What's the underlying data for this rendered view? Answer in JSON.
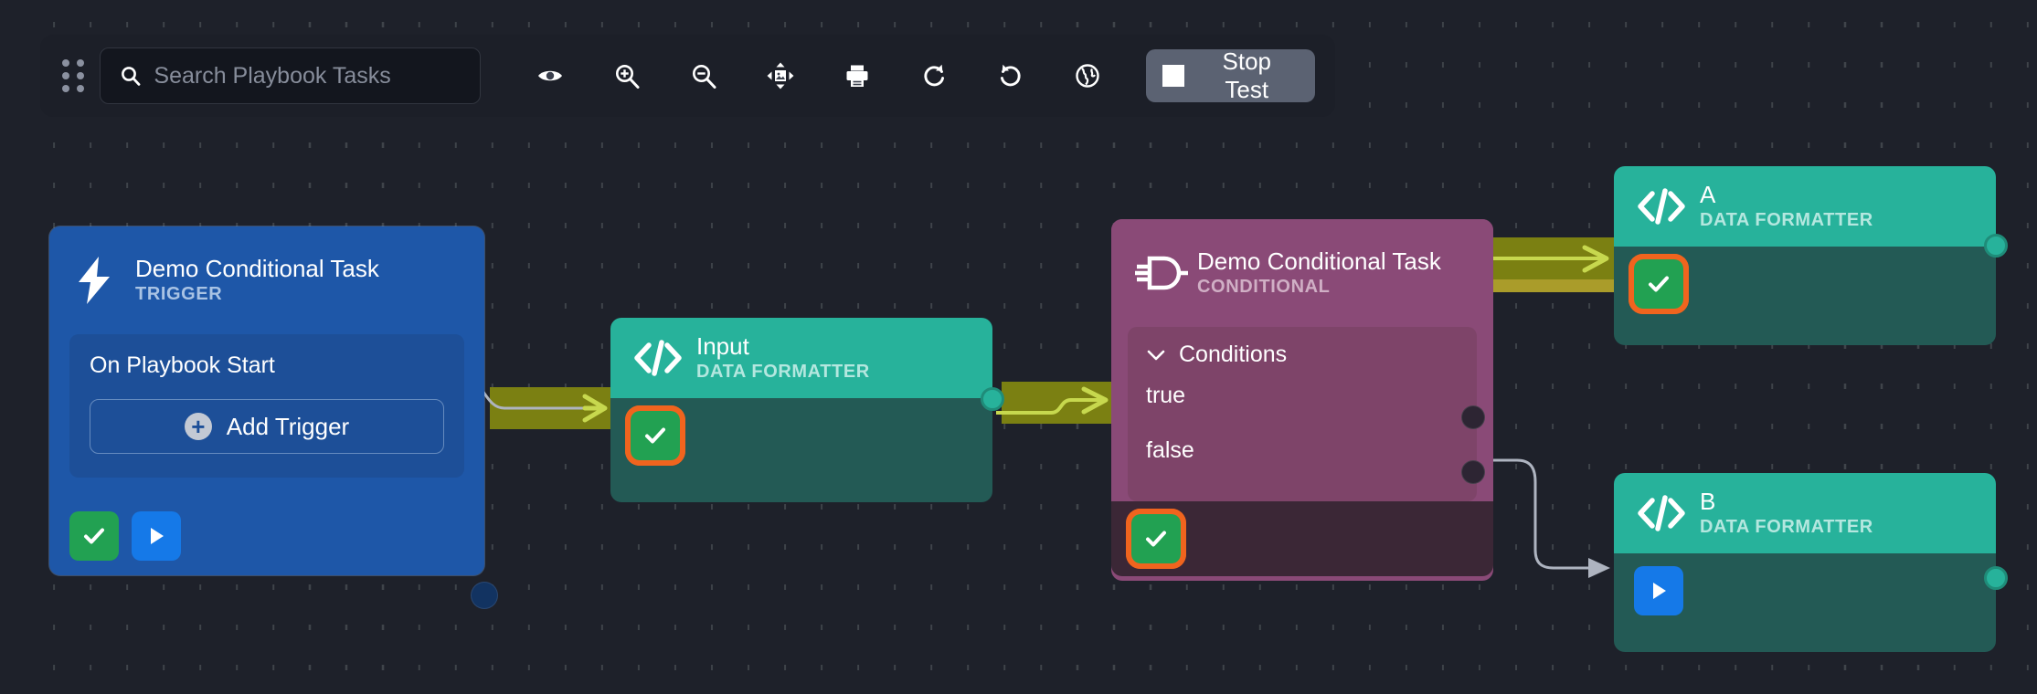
{
  "toolbar": {
    "drag_handle": "drag-handle",
    "search": {
      "placeholder": "Search Playbook Tasks",
      "value": ""
    },
    "buttons": [
      {
        "name": "eye-icon",
        "label": "Toggle Visibility"
      },
      {
        "name": "zoom-in-icon",
        "label": "Zoom In"
      },
      {
        "name": "zoom-out-icon",
        "label": "Zoom Out"
      },
      {
        "name": "fit-to-screen-icon",
        "label": "Fit To Screen"
      },
      {
        "name": "print-icon",
        "label": "Print"
      },
      {
        "name": "redo-icon",
        "label": "Redo"
      },
      {
        "name": "undo-icon",
        "label": "Undo"
      },
      {
        "name": "globe-icon",
        "label": "Globe"
      }
    ],
    "stop": {
      "label": "Stop Test",
      "icon": "stop-square-icon"
    }
  },
  "nodes": {
    "trigger": {
      "title": "Demo Conditional Task",
      "subtitle": "TRIGGER",
      "icon": "lightning-bolt-icon",
      "row_label": "On Playbook Start",
      "add_label": "Add Trigger",
      "status": [
        {
          "name": "status-success",
          "icon": "check-icon",
          "color": "#22a152",
          "highlighted": false
        },
        {
          "name": "run-button",
          "icon": "play-icon",
          "color": "#1579e8",
          "highlighted": false
        }
      ]
    },
    "input": {
      "title": "Input",
      "subtitle": "DATA FORMATTER",
      "icon": "code-brackets-icon",
      "status": [
        {
          "name": "status-success",
          "icon": "check-icon",
          "color": "#22a152",
          "highlighted": true
        }
      ]
    },
    "conditional": {
      "title": "Demo Conditional Task",
      "subtitle": "CONDITIONAL",
      "icon": "logic-gate-icon",
      "section_label": "Conditions",
      "section_chevron": "chevron-down-icon",
      "conditions": [
        {
          "label": "true"
        },
        {
          "label": "false"
        }
      ],
      "status": [
        {
          "name": "status-success",
          "icon": "check-icon",
          "color": "#22a152",
          "highlighted": true
        }
      ]
    },
    "node_a": {
      "title": "A",
      "subtitle": "DATA FORMATTER",
      "icon": "code-brackets-icon",
      "status": [
        {
          "name": "status-success",
          "icon": "check-icon",
          "color": "#22a152",
          "highlighted": true
        }
      ]
    },
    "node_b": {
      "title": "B",
      "subtitle": "DATA FORMATTER",
      "icon": "code-brackets-icon",
      "status": [
        {
          "name": "run-button",
          "icon": "play-icon",
          "color": "#1579e8",
          "highlighted": false
        }
      ]
    }
  },
  "edges": [
    {
      "from": "trigger",
      "to": "input",
      "state": "executed",
      "color": "#7b8012"
    },
    {
      "from": "input",
      "to": "conditional",
      "state": "executed",
      "color": "#7b8012"
    },
    {
      "from": "conditional.true",
      "to": "node_a",
      "state": "executed",
      "color": "#7b8012"
    },
    {
      "from": "conditional.false",
      "to": "node_b",
      "state": "idle",
      "color": "#aeb4c0"
    }
  ],
  "colors": {
    "canvas": "#1e212a",
    "toolbar": "#1c1f28",
    "trigger_node": "#1e57a8",
    "data_formatter_header": "#27b29b",
    "data_formatter_body": "#235a55",
    "conditional_node": "#8a4a77",
    "conditional_body": "#3b2736",
    "edge_active": "#7b8012",
    "edge_active_line": "#c7d84e",
    "edge_idle": "#aeb4c0",
    "status_success": "#22a152",
    "status_run": "#1579e8",
    "status_highlight": "#f0641e",
    "stop_button": "#5b6272"
  }
}
